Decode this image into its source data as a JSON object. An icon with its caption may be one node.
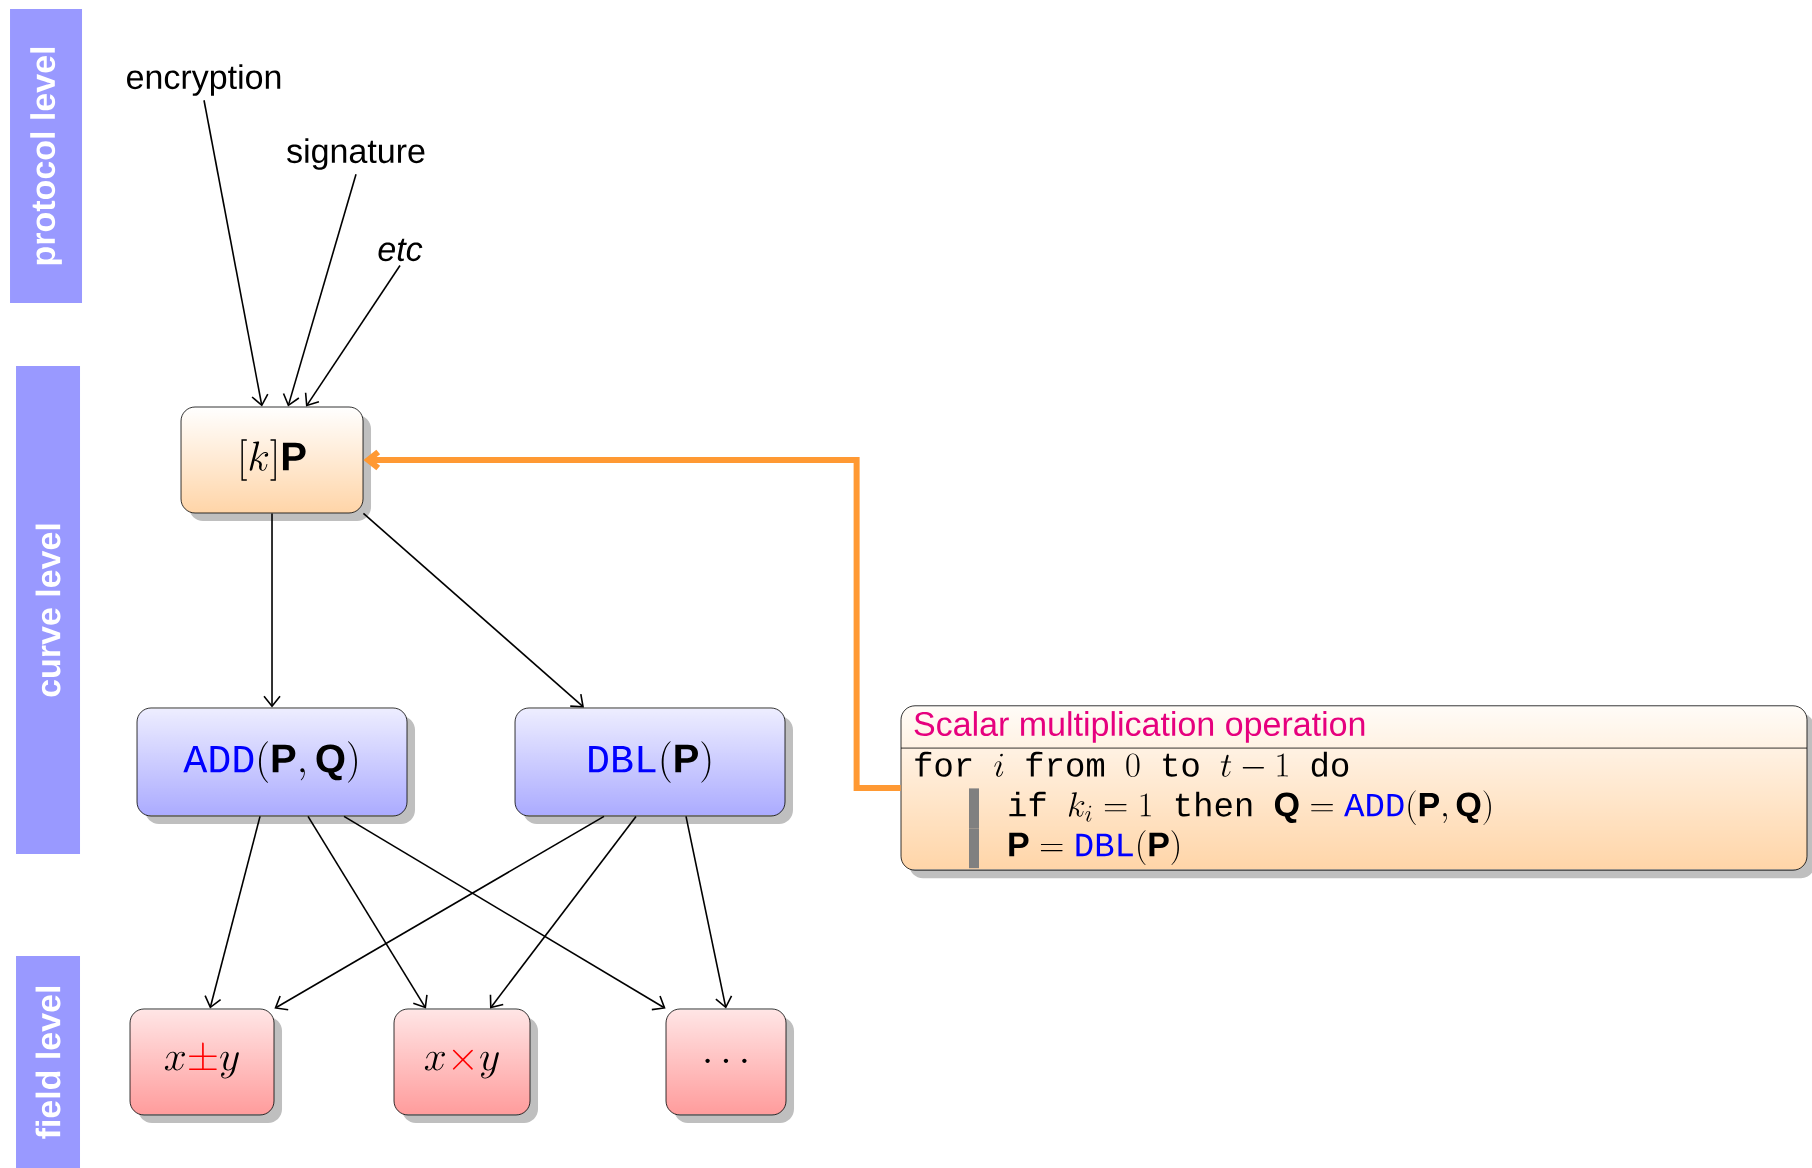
{
  "diagram": {
    "nodes": [
      {
        "text": [
          "protocol level"
        ]
      },
      {
        "text": [
          "encryption"
        ]
      },
      {
        "text": [
          "signature"
        ]
      },
      {
        "text": [
          "etc"
        ]
      },
      {
        "text": [
          "curve level"
        ]
      },
      {
        "text": [
          "[k]\\textbf{P}"
        ]
      },
      {
        "text": [
          "{\\color{blue}\\texttt{ADD}}(\\textbf{P},\\textbf{Q})"
        ]
      },
      {
        "text": [
          "{\\color{blue}\\texttt{DBL}}(\\textbf{P})"
        ]
      },
      {
        "text": [
          "field level"
        ]
      },
      {
        "text": [
          "x{\\color{red}\\pm}y"
        ]
      },
      {
        "text": [
          "x{\\color{red}\\times}y"
        ]
      },
      {
        "text": [
          "\\cdots"
        ]
      },
      {
        "text": [
          "Scalar multiplication operation",
          "\\texttt{for}\\;\\; i\\;\\; \\texttt{from}\\;\\; 0\\;\\; \\texttt{to}\\;\\; t-1\\;\\; \\texttt{do}",
          "\\texttt{if}\\;\\; k_i=1\\;\\; \\texttt{then}\\;\\; \\textbf{Q}={\\color{blue}\\texttt{ADD}}(\\textbf{P},\\textbf{Q})",
          "\\textbf{P}={\\color{blue}\\texttt{DBL}}(\\textbf{P})"
        ]
      }
    ],
    "edges": [
      {
        "from": 1,
        "to": 5,
        "arrow": "to"
      },
      {
        "from": 2,
        "to": 5,
        "arrow": "to"
      },
      {
        "from": 3,
        "to": 5,
        "arrow": "to"
      },
      {
        "from": 12,
        "to": 5,
        "arrow": "to",
        "style": "thick",
        "color": "#ff9933"
      },
      {
        "from": 5,
        "to": 6,
        "arrow": "to"
      },
      {
        "from": 5,
        "to": 7,
        "arrow": "to"
      },
      {
        "from": 6,
        "to": 9,
        "arrow": "to"
      },
      {
        "from": 6,
        "to": 10,
        "arrow": "to"
      },
      {
        "from": 6,
        "to": 11,
        "arrow": "to"
      },
      {
        "from": 7,
        "to": 9,
        "arrow": "to"
      },
      {
        "from": 7,
        "to": 10,
        "arrow": "to"
      },
      {
        "from": 7,
        "to": 11,
        "arrow": "to"
      }
    ]
  }
}
